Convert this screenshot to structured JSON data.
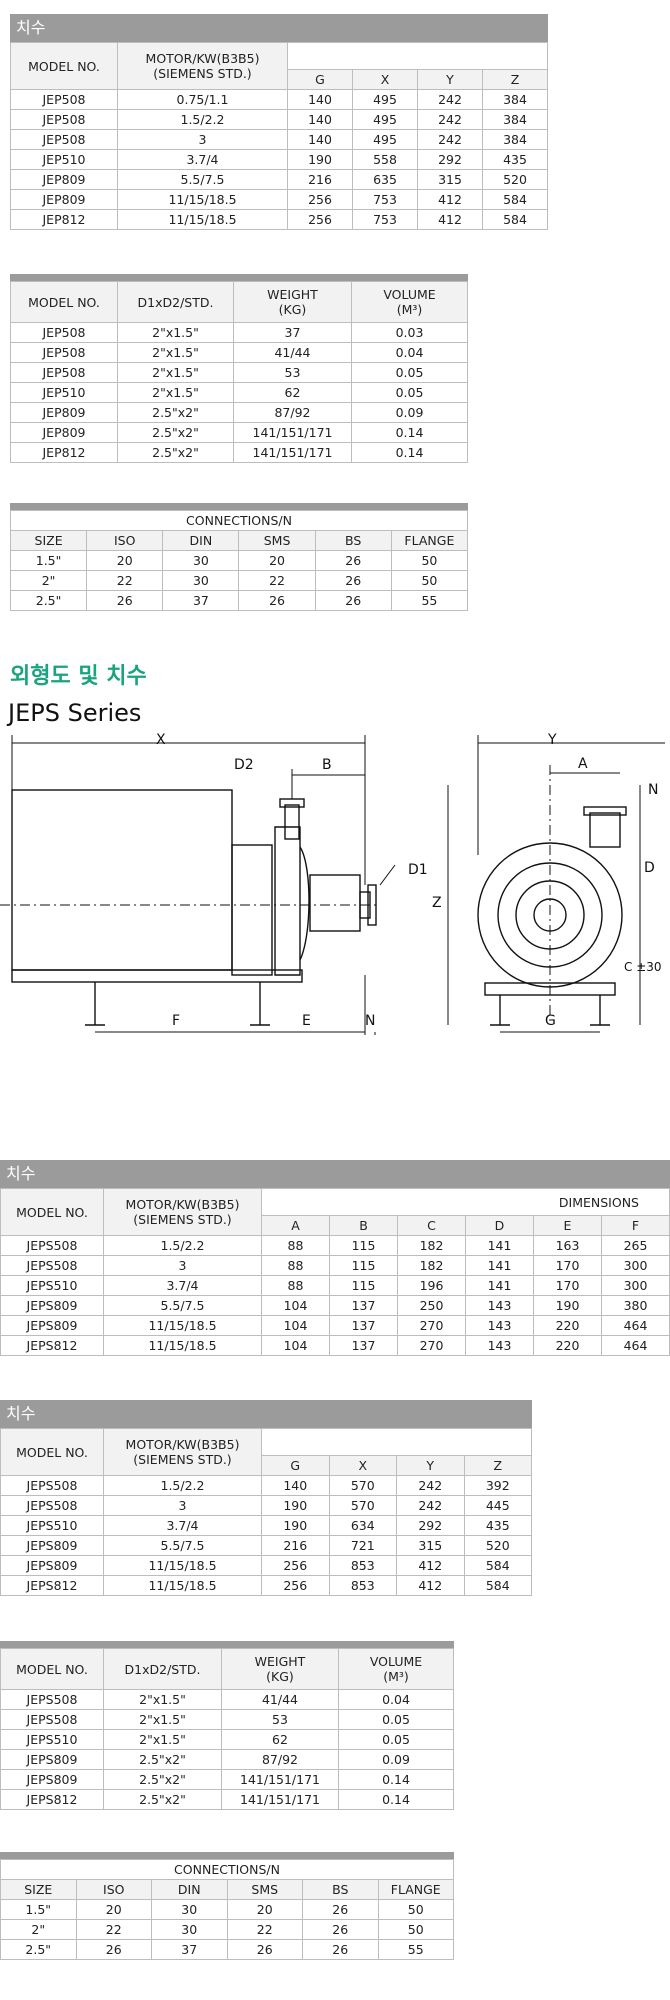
{
  "hdr_label": "치수",
  "t1": {
    "model": "MODEL NO.",
    "motor": "MOTOR/KW(B3B5)",
    "motor2": "(SIEMENS STD.)",
    "cols": [
      "G",
      "X",
      "Y",
      "Z"
    ],
    "rows": [
      [
        "JEP508",
        "0.75/1.1",
        "140",
        "495",
        "242",
        "384"
      ],
      [
        "JEP508",
        "1.5/2.2",
        "140",
        "495",
        "242",
        "384"
      ],
      [
        "JEP508",
        "3",
        "140",
        "495",
        "242",
        "384"
      ],
      [
        "JEP510",
        "3.7/4",
        "190",
        "558",
        "292",
        "435"
      ],
      [
        "JEP809",
        "5.5/7.5",
        "216",
        "635",
        "315",
        "520"
      ],
      [
        "JEP809",
        "11/15/18.5",
        "256",
        "753",
        "412",
        "584"
      ],
      [
        "JEP812",
        "11/15/18.5",
        "256",
        "753",
        "412",
        "584"
      ]
    ]
  },
  "t2": {
    "cols": [
      "MODEL NO.",
      "D1xD2/STD.",
      "WEIGHT",
      "(KG)",
      "VOLUME",
      "(M³)"
    ],
    "rows": [
      [
        "JEP508",
        "2\"x1.5\"",
        "37",
        "0.03"
      ],
      [
        "JEP508",
        "2\"x1.5\"",
        "41/44",
        "0.04"
      ],
      [
        "JEP508",
        "2\"x1.5\"",
        "53",
        "0.05"
      ],
      [
        "JEP510",
        "2\"x1.5\"",
        "62",
        "0.05"
      ],
      [
        "JEP809",
        "2.5\"x2\"",
        "87/92",
        "0.09"
      ],
      [
        "JEP809",
        "2.5\"x2\"",
        "141/151/171",
        "0.14"
      ],
      [
        "JEP812",
        "2.5\"x2\"",
        "141/151/171",
        "0.14"
      ]
    ]
  },
  "conn": {
    "title": "CONNECTIONS/N",
    "cols": [
      "SIZE",
      "ISO",
      "DIN",
      "SMS",
      "BS",
      "FLANGE"
    ],
    "rows": [
      [
        "1.5\"",
        "20",
        "30",
        "20",
        "26",
        "50"
      ],
      [
        "2\"",
        "22",
        "30",
        "22",
        "26",
        "50"
      ],
      [
        "2.5\"",
        "26",
        "37",
        "26",
        "26",
        "55"
      ]
    ]
  },
  "section_title": "외형도 및 치수",
  "series_title": "JEPS Series",
  "drawing": {
    "X": "X",
    "D2": "D2",
    "B": "B",
    "D1": "D1",
    "F": "F",
    "E": "E",
    "N": "N",
    "Y": "Y",
    "A": "A",
    "Z": "Z",
    "D": "D",
    "C30": "C ±30",
    "G": "G",
    "N2": "N"
  },
  "t3": {
    "model": "MODEL NO.",
    "motor": "MOTOR/KW(B3B5)",
    "motor2": "(SIEMENS STD.)",
    "dims": "DIMENSIONS",
    "cols": [
      "A",
      "B",
      "C",
      "D",
      "E",
      "F"
    ],
    "rows": [
      [
        "JEPS508",
        "1.5/2.2",
        "88",
        "115",
        "182",
        "141",
        "163",
        "265"
      ],
      [
        "JEPS508",
        "3",
        "88",
        "115",
        "182",
        "141",
        "170",
        "300"
      ],
      [
        "JEPS510",
        "3.7/4",
        "88",
        "115",
        "196",
        "141",
        "170",
        "300"
      ],
      [
        "JEPS809",
        "5.5/7.5",
        "104",
        "137",
        "250",
        "143",
        "190",
        "380"
      ],
      [
        "JEPS809",
        "11/15/18.5",
        "104",
        "137",
        "270",
        "143",
        "220",
        "464"
      ],
      [
        "JEPS812",
        "11/15/18.5",
        "104",
        "137",
        "270",
        "143",
        "220",
        "464"
      ]
    ]
  },
  "t4": {
    "model": "MODEL NO.",
    "motor": "MOTOR/KW(B3B5)",
    "motor2": "(SIEMENS STD.)",
    "cols": [
      "G",
      "X",
      "Y",
      "Z"
    ],
    "rows": [
      [
        "JEPS508",
        "1.5/2.2",
        "140",
        "570",
        "242",
        "392"
      ],
      [
        "JEPS508",
        "3",
        "190",
        "570",
        "242",
        "445"
      ],
      [
        "JEPS510",
        "3.7/4",
        "190",
        "634",
        "292",
        "435"
      ],
      [
        "JEPS809",
        "5.5/7.5",
        "216",
        "721",
        "315",
        "520"
      ],
      [
        "JEPS809",
        "11/15/18.5",
        "256",
        "853",
        "412",
        "584"
      ],
      [
        "JEPS812",
        "11/15/18.5",
        "256",
        "853",
        "412",
        "584"
      ]
    ]
  },
  "t5": {
    "cols": [
      "MODEL NO.",
      "D1xD2/STD.",
      "WEIGHT",
      "(KG)",
      "VOLUME",
      "(M³)"
    ],
    "rows": [
      [
        "JEPS508",
        "2\"x1.5\"",
        "41/44",
        "0.04"
      ],
      [
        "JEPS508",
        "2\"x1.5\"",
        "53",
        "0.05"
      ],
      [
        "JEPS510",
        "2\"x1.5\"",
        "62",
        "0.05"
      ],
      [
        "JEPS809",
        "2.5\"x2\"",
        "87/92",
        "0.09"
      ],
      [
        "JEPS809",
        "2.5\"x2\"",
        "141/151/171",
        "0.14"
      ],
      [
        "JEPS812",
        "2.5\"x2\"",
        "141/151/171",
        "0.14"
      ]
    ]
  },
  "conn2": {
    "title": "CONNECTIONS/N",
    "cols": [
      "SIZE",
      "ISO",
      "DIN",
      "SMS",
      "BS",
      "FLANGE"
    ],
    "rows": [
      [
        "1.5\"",
        "20",
        "30",
        "20",
        "26",
        "50"
      ],
      [
        "2\"",
        "22",
        "30",
        "22",
        "26",
        "50"
      ],
      [
        "2.5\"",
        "26",
        "37",
        "26",
        "26",
        "55"
      ]
    ]
  }
}
